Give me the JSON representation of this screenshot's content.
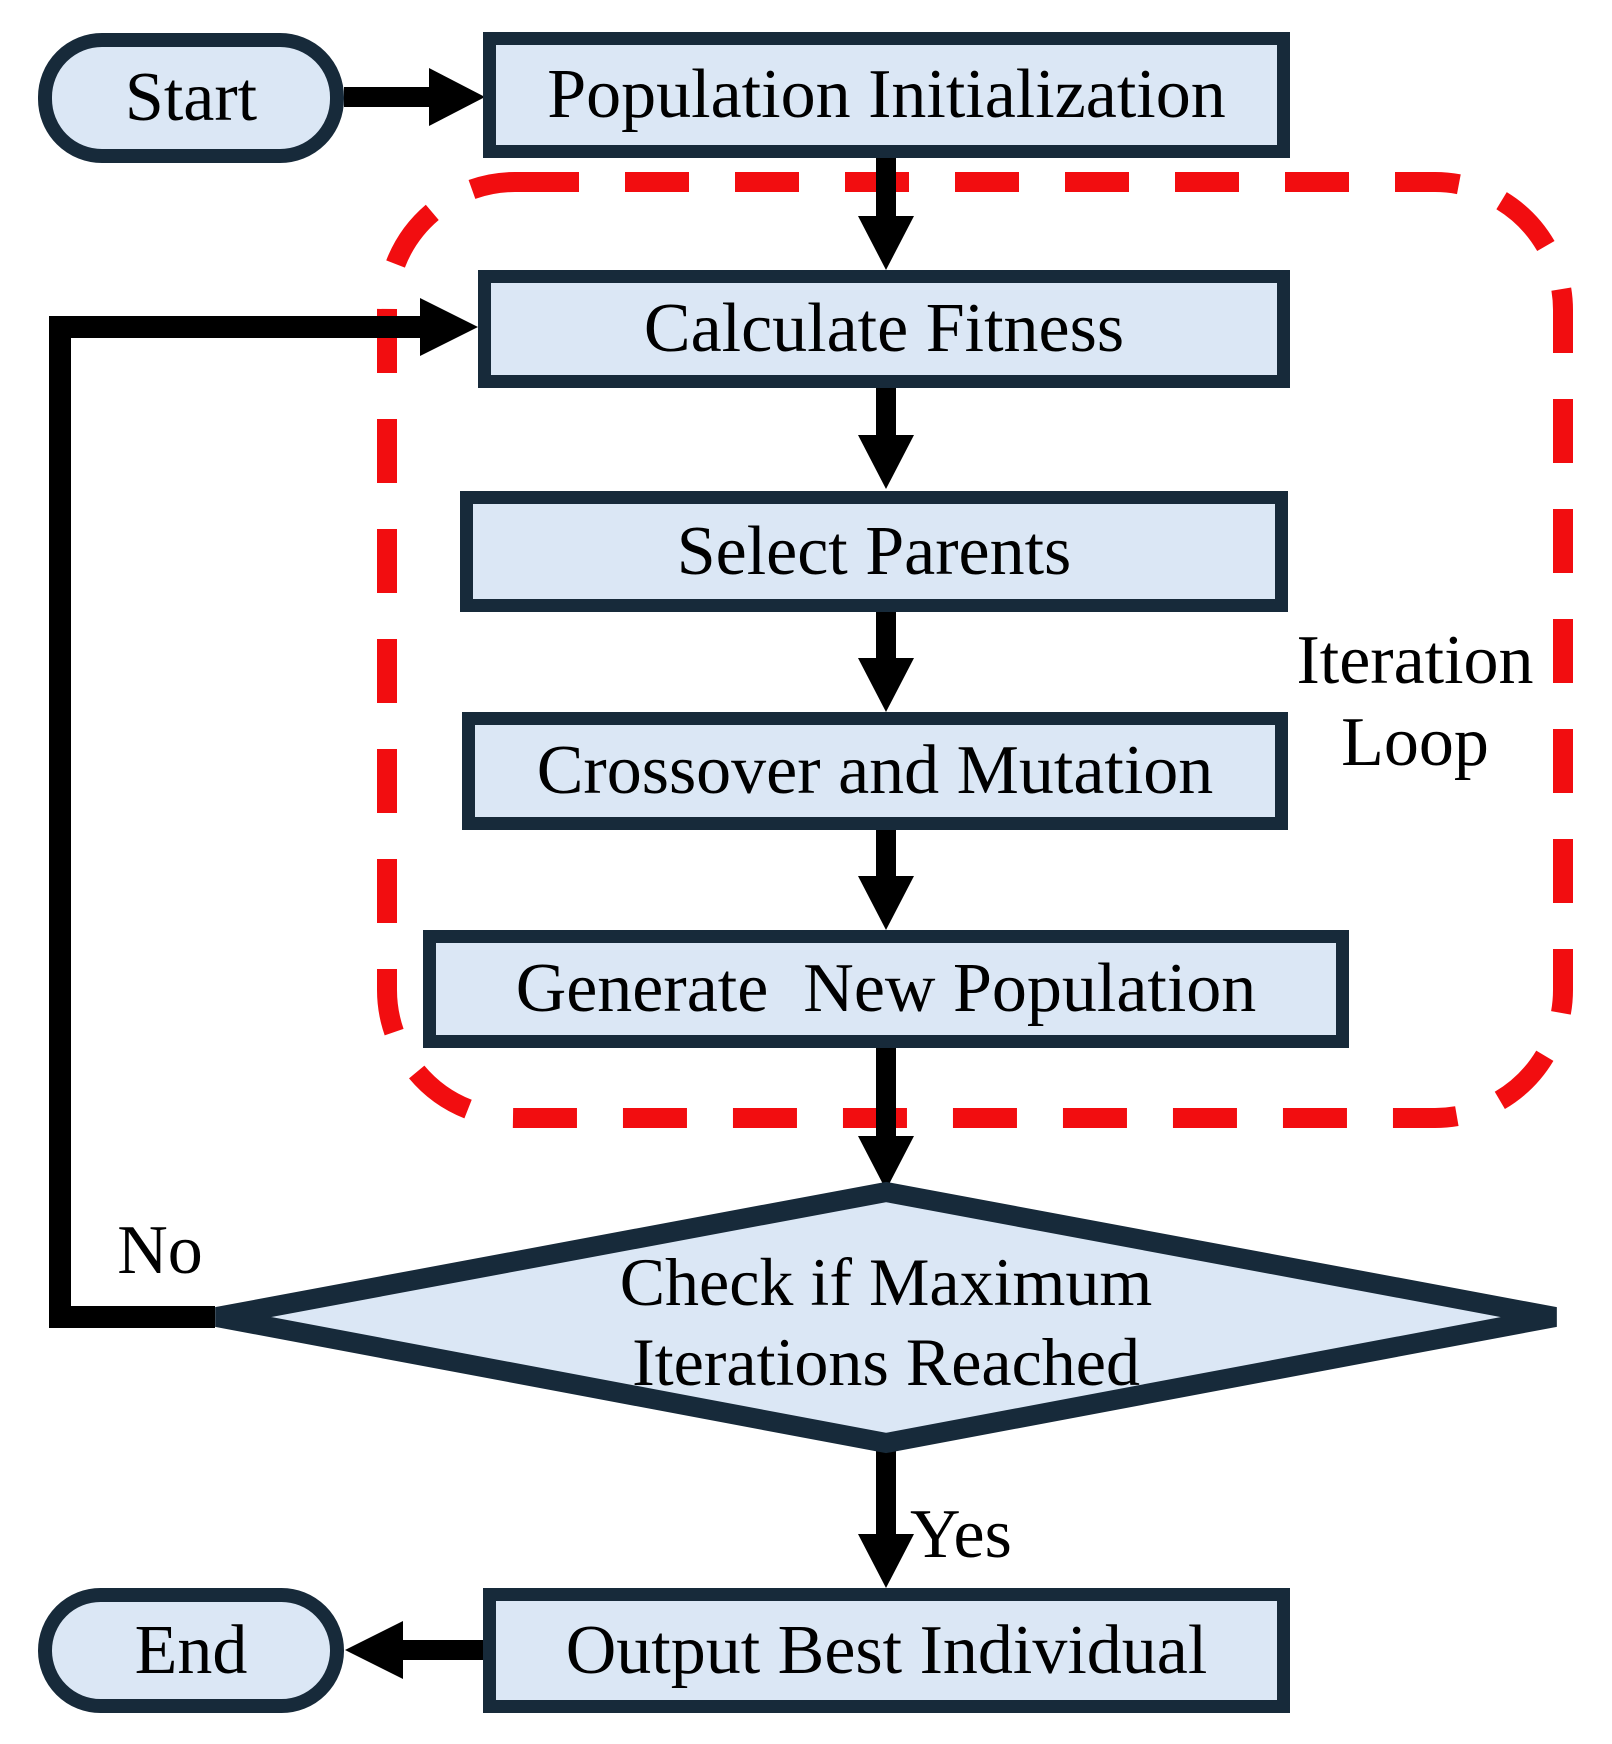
{
  "flowchart": {
    "nodes": {
      "start": "Start",
      "population_initialization": "Population Initialization",
      "calculate_fitness": "Calculate Fitness",
      "select_parents": "Select Parents",
      "crossover_and_mutation": "Crossover and Mutation",
      "generate_new_population": "Generate  New Population",
      "decision_line1": "Check if Maximum",
      "decision_line2": "Iterations Reached",
      "output_best_individual": "Output Best Individual",
      "end": "End"
    },
    "labels": {
      "loop_line1": "Iteration",
      "loop_line2": "Loop",
      "no": "No",
      "yes": "Yes"
    },
    "colors": {
      "node_fill": "#dbe7f5",
      "node_border": "#172a3a",
      "connector": "#000000",
      "loop_dash": "#f20d10"
    }
  }
}
